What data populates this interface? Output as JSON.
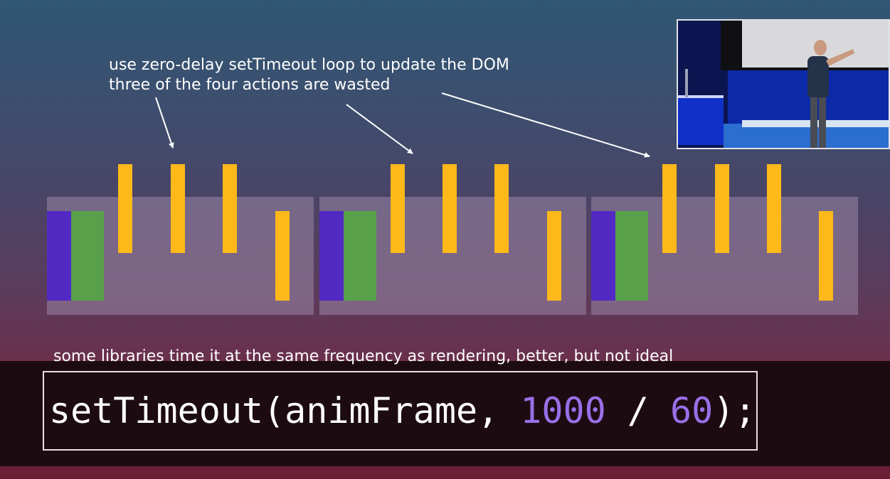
{
  "captions": {
    "line1": "use zero-delay setTimeout loop to update the DOM",
    "line2": "three of the four actions are wasted",
    "bottom": "some libraries time it at the same frequency as rendering, better, but not ideal"
  },
  "code": {
    "prefix": "setTimeout(animFrame, ",
    "num1": "1000",
    "op": " / ",
    "num2": "60",
    "suffix": ");"
  },
  "colors": {
    "frame_task": "#5229c2",
    "render_task": "#59a04a",
    "dom_update": "#fdb91a",
    "code_number": "#9a6fe8"
  },
  "diagram": {
    "frames": 3,
    "dom_updates_per_frame": 4
  },
  "video": {
    "subject": "speaker presenting at a podium in front of a projected slide"
  }
}
